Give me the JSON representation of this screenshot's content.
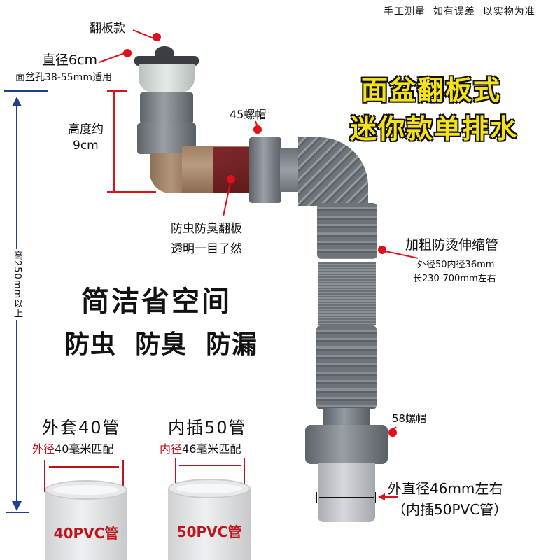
{
  "disclaimer": "手工测量  如有误差  以实物为准",
  "headline": {
    "line1": "面盆翻板式",
    "line2": "迷你款单排水",
    "fill_color": "#f5e11b",
    "stroke_color": "#111111"
  },
  "callouts": {
    "flip_type": "翻板款",
    "diameter": "直径6cm",
    "basin_hole": "面盆孔38-55mm适用",
    "height_label": "高度约",
    "height_value": "9cm",
    "nut_45": "45螺帽",
    "flap_line1": "防虫防臭翻板",
    "flap_line2": "透明一目了然",
    "hose_title": "加粗防烫伸缩管",
    "hose_spec1": "外径50内径36mm",
    "hose_spec2": "长230-700mm左右",
    "nut_58": "58螺帽",
    "outlet_line1": "外直径46mm左右",
    "outlet_line2": "（内插50PVC管）"
  },
  "overall_height": "高250mm以上",
  "slogans": {
    "line1": "简洁省空间",
    "line2": "防虫  防臭  防漏"
  },
  "pipes": [
    {
      "title": "外套40管",
      "sub_red": "外径",
      "sub_rest": "40毫米匹配",
      "label": "40PVC管"
    },
    {
      "title": "内插50管",
      "sub_red": "内径",
      "sub_rest": "46毫米匹配",
      "label": "50PVC管"
    }
  ],
  "colors": {
    "accent_red": "#e0101a",
    "dimension_blue": "#1e3f8f",
    "text_red": "#c0141c"
  }
}
